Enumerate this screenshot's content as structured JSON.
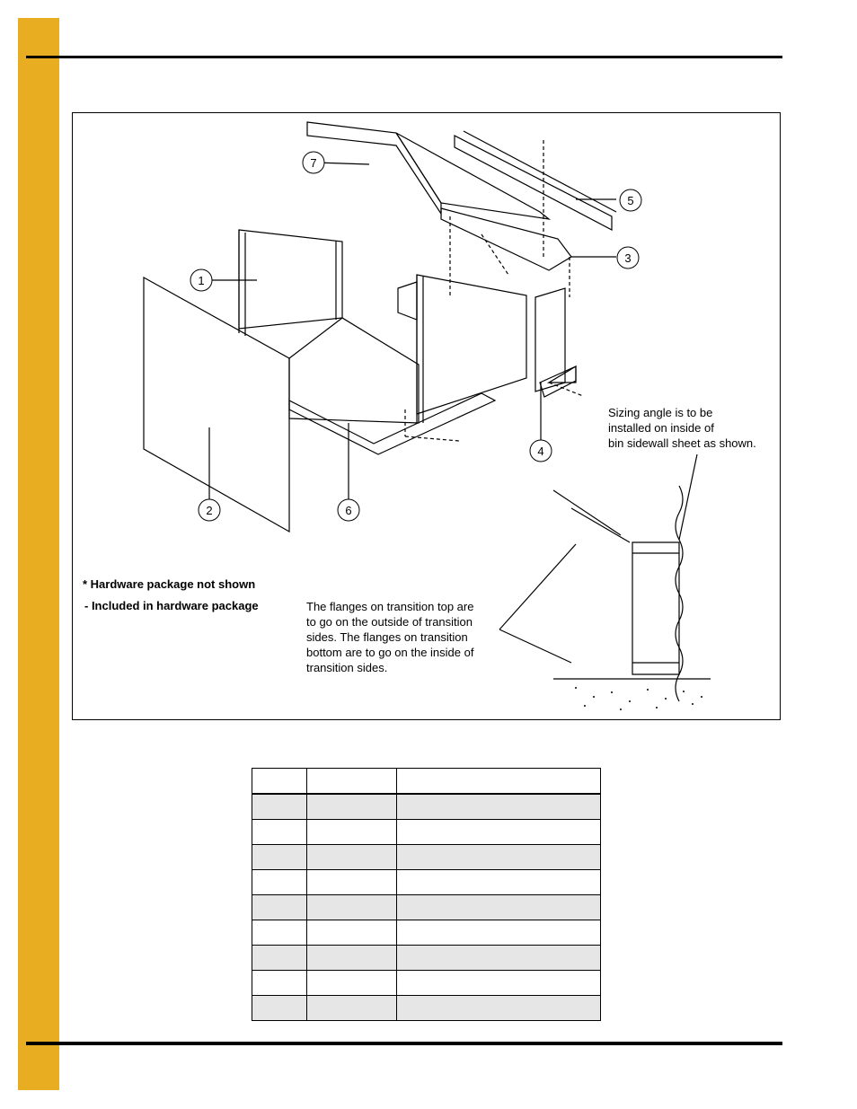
{
  "figure": {
    "callouts": [
      "1",
      "2",
      "3",
      "4",
      "5",
      "6",
      "7"
    ],
    "notes": {
      "sizing_angle": "Sizing angle is to be\ninstalled on inside of\nbin sidewall sheet as shown.",
      "hardware_not_shown": "* Hardware package not shown",
      "included_hardware": "- Included in hardware package",
      "flanges": "The flanges on transition top are\nto go on the outside of transition\nsides. The flanges on transition\nbottom are to go on the inside of\ntransition sides."
    }
  },
  "parts_table": {
    "headers": [
      "",
      "",
      ""
    ],
    "rows": [
      [
        "",
        "",
        ""
      ],
      [
        "",
        "",
        ""
      ],
      [
        "",
        "",
        ""
      ],
      [
        "",
        "",
        ""
      ],
      [
        "",
        "",
        ""
      ],
      [
        "",
        "",
        ""
      ],
      [
        "",
        "",
        ""
      ],
      [
        "",
        "",
        ""
      ],
      [
        "",
        "",
        ""
      ]
    ]
  },
  "colors": {
    "side_strip": "#e8ad21",
    "row_shade": "#e6e6e6"
  }
}
